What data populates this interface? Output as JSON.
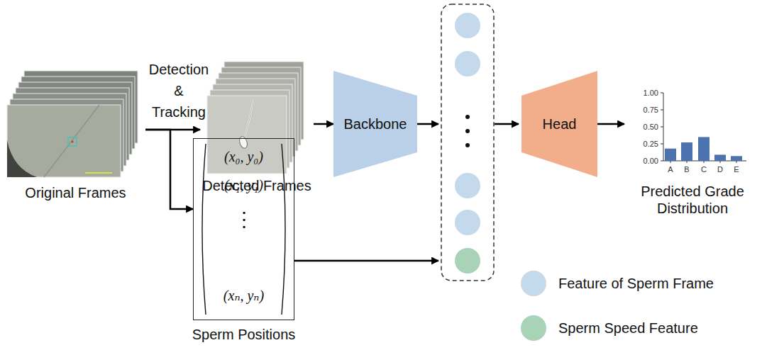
{
  "diagram": {
    "nodes": [
      {
        "text": [
          "Original Frames"
        ]
      },
      {
        "text": [
          "Detected Frames"
        ]
      },
      {
        "text": [
          "(x₀, y₀)",
          "(x₁, y₁)",
          "⋮",
          "(xₙ, yₙ)",
          "Sperm Positions"
        ]
      },
      {
        "text": [
          "Backbone"
        ]
      },
      {
        "text": [
          "Head"
        ]
      },
      {
        "text": [
          "Predicted Grade Distribution"
        ]
      }
    ],
    "edges": [
      {
        "from": 0,
        "to": 1,
        "label": "Detection & Tracking",
        "arrow": "to"
      },
      {
        "from": 0,
        "to": 2,
        "arrow": "to"
      },
      {
        "from": 1,
        "to": 3,
        "arrow": "to"
      },
      {
        "from": 4,
        "to": 5,
        "arrow": "to"
      }
    ],
    "labels": [
      "1.00",
      "0.75",
      "0.50",
      "0.25",
      "0.00",
      "A",
      "B",
      "C",
      "D",
      "E"
    ],
    "legend": [
      {
        "text": "Feature of Sperm Frame",
        "color": "#c5d9ed"
      },
      {
        "text": "Sperm Speed Feature",
        "color": "#a9d3b6"
      }
    ]
  }
}
